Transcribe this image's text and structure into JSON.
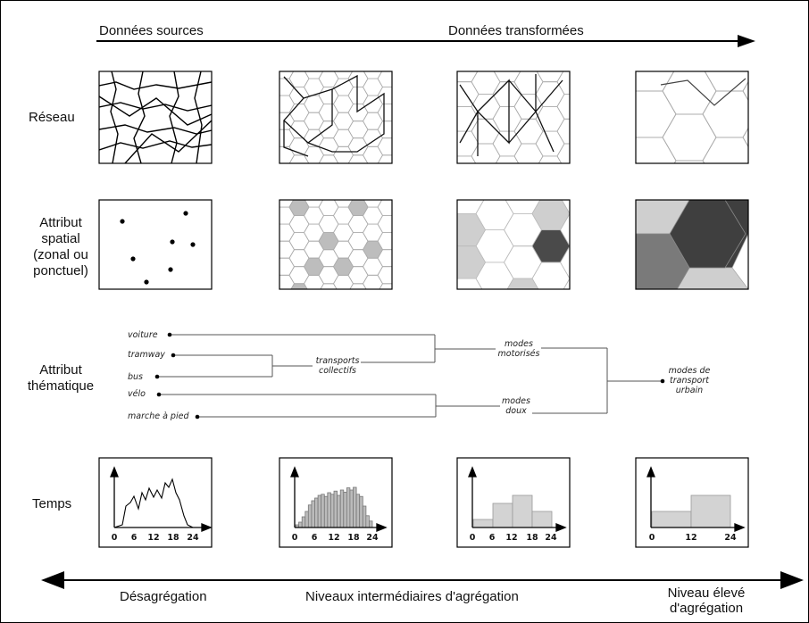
{
  "header": {
    "source_label": "Données sources",
    "transformed_label": "Données transformées"
  },
  "rows": {
    "network": "Réseau",
    "spatial_line1": "Attribut",
    "spatial_line2": "spatial",
    "spatial_line3": "(zonal ou",
    "spatial_line4": "ponctuel)",
    "thematic_line1": "Attribut",
    "thematic_line2": "thématique",
    "time": "Temps"
  },
  "thematic_tree": {
    "leaves": [
      "voiture",
      "tramway",
      "bus",
      "vélo",
      "marche à pied"
    ],
    "collective_line1": "transports",
    "collective_line2": "collectifs",
    "motorized_line1": "modes",
    "motorized_line2": "motorisés",
    "soft_line1": "modes",
    "soft_line2": "doux",
    "root_line1": "modes de",
    "root_line2": "transport",
    "root_line3": "urbain"
  },
  "histograms": {
    "panel1_ticks": [
      "0",
      "6",
      "12",
      "18",
      "24"
    ],
    "panel2_ticks": [
      "0",
      "6",
      "12",
      "18",
      "24"
    ],
    "panel3_ticks": [
      "0",
      "6",
      "12",
      "18",
      "24"
    ],
    "panel4_ticks": [
      "0",
      "12",
      "24"
    ],
    "panel3_bars": [
      0.15,
      0.45,
      0.6,
      0.3
    ],
    "panel4_bars": [
      0.3,
      0.6
    ]
  },
  "footer": {
    "disaggregation": "Désagrégation",
    "intermediate": "Niveaux intermédiaires d'agrégation",
    "high_line1": "Niveau élevé",
    "high_line2": "d'agrégation"
  },
  "colors": {
    "light_gray": "#cfcfcf",
    "mid_gray": "#bdbdbd",
    "dark_gray": "#4a4a4a",
    "medium_dark": "#7a7a7a",
    "grid_line": "#9a9a9a"
  }
}
